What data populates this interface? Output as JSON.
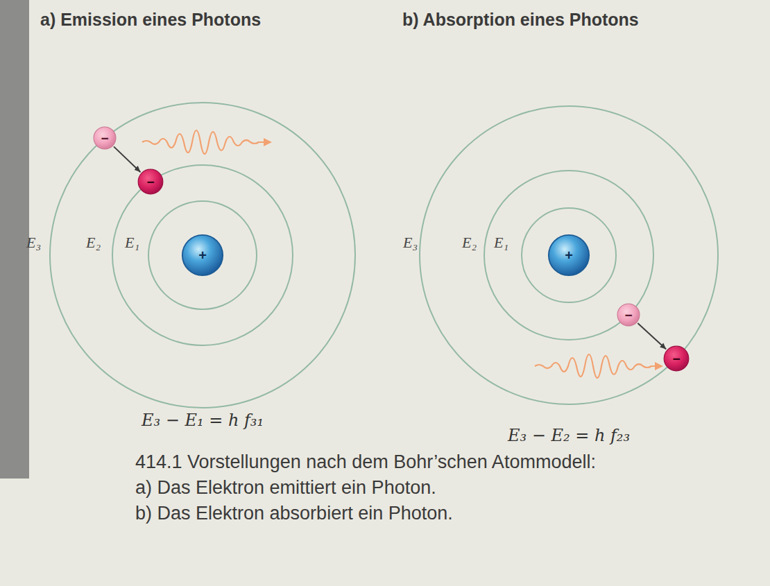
{
  "diagram": {
    "caption": "414.1 Vorstellungen nach dem Bohr’schen Atommodell:",
    "nodes": [
      {
        "text": [
          "−"
        ]
      },
      {
        "text": [
          "−"
        ]
      },
      {
        "text": [
          "+"
        ]
      },
      {
        "text": [
          "+"
        ]
      },
      {
        "text": [
          "−"
        ]
      },
      {
        "text": [
          "−"
        ]
      }
    ],
    "edges": [
      {
        "from": 0,
        "to": 1,
        "arrow": "to"
      },
      {
        "from": 4,
        "to": 5,
        "arrow": "to"
      }
    ],
    "labels": [
      "a) Emission eines Photons",
      "b) Absorption eines Photons",
      "E₃",
      "E₂",
      "E₁",
      "E₃",
      "E₂",
      "E₁",
      "E₃ − E₁ = h f₃₁",
      "E₃ − E₂ = h f₂₃",
      "a) Das Elektron emittiert ein Photon.",
      "b) Das Elektron absorbiert ein Photon."
    ]
  }
}
